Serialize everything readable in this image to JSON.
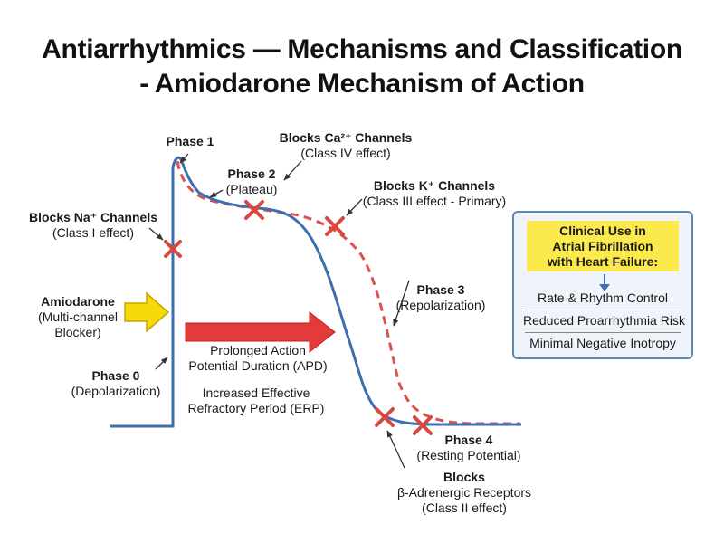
{
  "title": {
    "line1": "Antiarrhythmics — Mechanisms and Classification",
    "line2": "- Amiodarone Mechanism of Action"
  },
  "phases": {
    "phase0": {
      "name": "Phase 0",
      "desc": "(Depolarization)"
    },
    "phase1": {
      "name": "Phase 1"
    },
    "phase2": {
      "name": "Phase 2",
      "desc": "(Plateau)"
    },
    "phase3": {
      "name": "Phase 3",
      "desc": "(Repolarization)"
    },
    "phase4": {
      "name": "Phase 4",
      "desc": "(Resting Potential)"
    }
  },
  "blocks": {
    "na": {
      "name": "Blocks Na⁺ Channels",
      "effect": "(Class I effect)"
    },
    "ca": {
      "name": "Blocks Ca²⁺ Channels",
      "effect": "(Class IV effect)"
    },
    "k": {
      "name": "Blocks K⁺ Channels",
      "effect": "(Class III effect - Primary)"
    },
    "beta": {
      "name": "Blocks",
      "receptor": "β-Adrenergic Receptors",
      "effect": "(Class II effect)"
    }
  },
  "amiodarone": {
    "name": "Amiodarone",
    "line2": "(Multi-channel",
    "line3": "Blocker)"
  },
  "apd": {
    "line1": "Prolonged Action",
    "line2": "Potential Duration (APD)"
  },
  "erp": {
    "line1": "Increased Effective",
    "line2": "Refractory Period (ERP)"
  },
  "clinical": {
    "head_line1": "Clinical Use in",
    "head_line2": "Atrial Fibrillation",
    "head_line3": "with Heart Failure:",
    "items": [
      "Rate & Rhythm Control",
      "Reduced Proarrhythmia Risk",
      "Minimal Negative Inotropy"
    ]
  },
  "colors": {
    "normal_ap": "#3d6fb0",
    "prolonged_ap": "#d9534f",
    "block_marker": "#d9473f",
    "amiodarone_arrow": "#f5d90a",
    "apd_arrow": "#e33b3b",
    "panel_border": "#5b89b5",
    "panel_head": "#fbe94e"
  }
}
